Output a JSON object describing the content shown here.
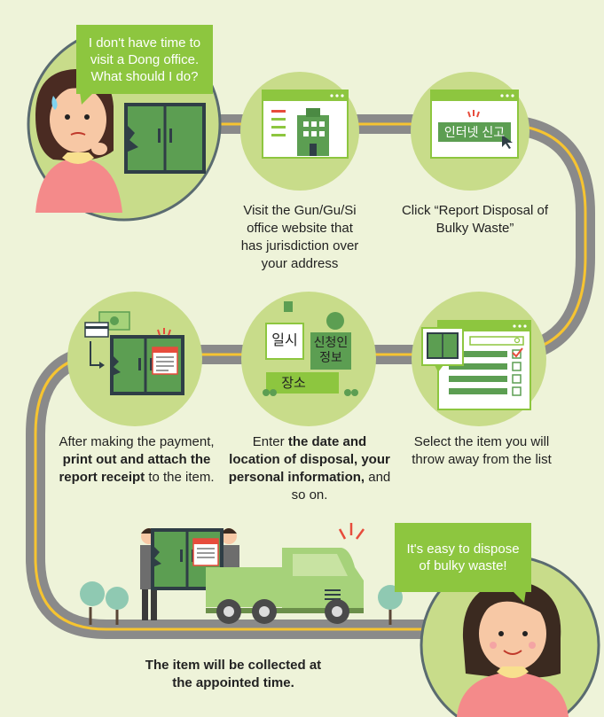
{
  "bubbles": {
    "start": "I don't have time to visit a Dong office. What should I do?",
    "end": "It's easy to dispose of bulky waste!"
  },
  "steps": [
    {
      "text": "Visit the Gun/Gu/Si office website that has jurisdiction over your address"
    },
    {
      "text": "Click “Report Disposal of Bulky Waste”"
    },
    {
      "text": "Select the item you will throw away from the list"
    },
    {
      "pre": "Enter ",
      "bold": "the date and location of disposal, your personal information,",
      "post": " and so on."
    },
    {
      "pre": "After making the payment, ",
      "bold": "print out and attach the report receipt",
      "post": " to the item."
    },
    {
      "bold": "The item will be collected at the appointed time."
    }
  ],
  "korean_labels": {
    "internet_report": "인터넷 신고",
    "date_time": "일시",
    "applicant_info_1": "신청인",
    "applicant_info_2": "정보",
    "place": "장소"
  },
  "colors": {
    "background": "#eef3d9",
    "circle": "#c8dc8a",
    "bubble": "#8dc63f",
    "road": "#8a8a8a",
    "road_line": "#f6c431",
    "green": "#5c9e52",
    "dark": "#2f3e46"
  }
}
